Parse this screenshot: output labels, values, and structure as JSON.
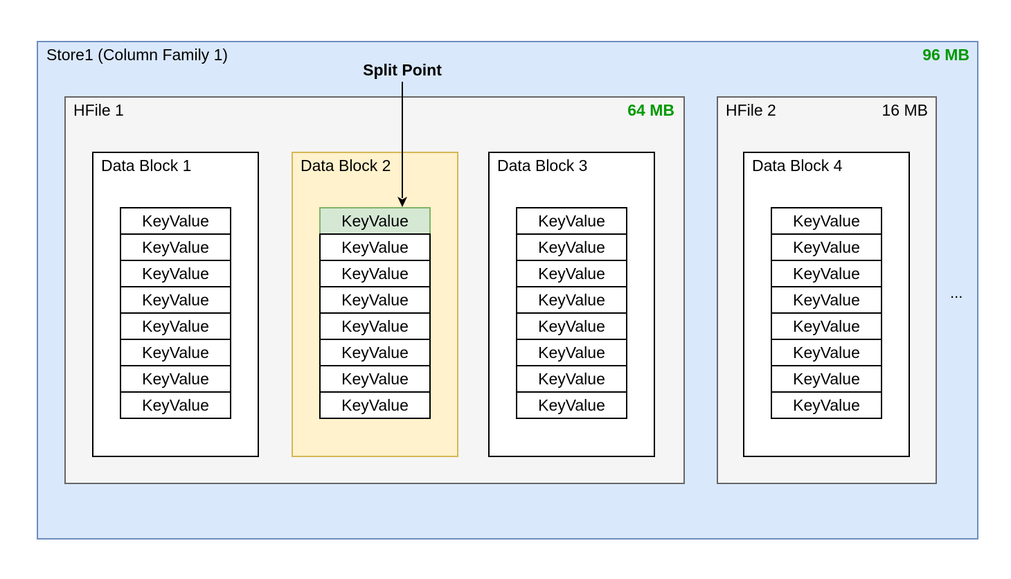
{
  "store": {
    "label": "Store1 (Column Family 1)",
    "size": "96 MB"
  },
  "split_point": {
    "label": "Split Point"
  },
  "hfiles": [
    {
      "label": "HFile 1",
      "size": "64 MB"
    },
    {
      "label": "HFile 2",
      "size": "16 MB"
    }
  ],
  "blocks": [
    {
      "label": "Data Block 1"
    },
    {
      "label": "Data Block 2"
    },
    {
      "label": "Data Block 3"
    },
    {
      "label": "Data Block 4"
    }
  ],
  "keyvalue_label": "KeyValue",
  "ellipsis": "..."
}
